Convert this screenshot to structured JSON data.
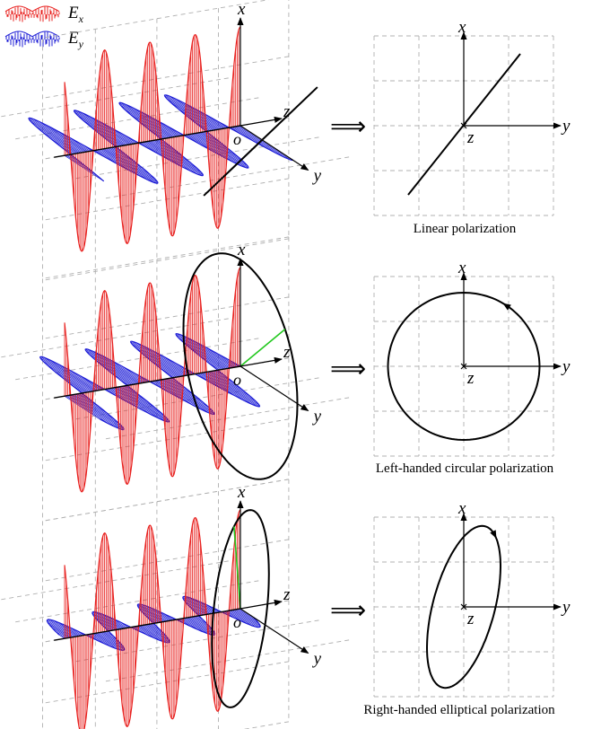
{
  "legend": {
    "ex_label": "E",
    "ex_sub": "x",
    "ey_label": "E",
    "ey_sub": "y",
    "ex_color": "#e8201e",
    "ey_color": "#1d1dd6"
  },
  "axis_labels": {
    "x": "x",
    "y": "y",
    "z": "z",
    "o": "o"
  },
  "arrow_glyph": "⟹",
  "colors": {
    "ex": "#e8201e",
    "ey": "#1d1dd6",
    "field_vector": "#22c81e",
    "curve": "#000000",
    "grid": "#b0b0b0"
  },
  "panels": [
    {
      "id": "linear",
      "caption": "Linear polarization",
      "ax": 1,
      "ay": 1,
      "phase_offset_deg": 0
    },
    {
      "id": "left-circular",
      "caption": "Left-handed circular polarization",
      "ax": 1,
      "ay": 1,
      "phase_offset_deg": 90
    },
    {
      "id": "right-elliptical",
      "caption": "Right-handed elliptical polarization",
      "ax": 1,
      "ay": 0.5,
      "phase_offset_deg": -60
    }
  ]
}
